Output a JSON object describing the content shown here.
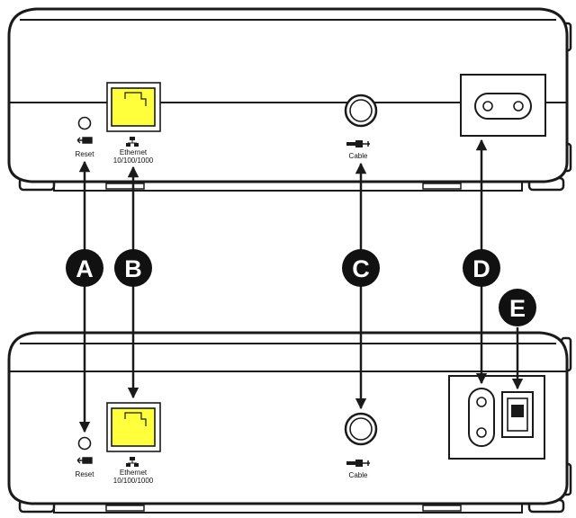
{
  "top_unit": {
    "reset_label": "Reset",
    "ethernet_label_line1": "Ethernet",
    "ethernet_label_line2": "10/100/1000",
    "cable_label": "Cable"
  },
  "bottom_unit": {
    "reset_label": "Reset",
    "ethernet_label_line1": "Ethernet",
    "ethernet_label_line2": "10/100/1000",
    "cable_label": "Cable"
  },
  "callouts": {
    "a": "A",
    "b": "B",
    "c": "C",
    "d": "D",
    "e": "E"
  },
  "colors": {
    "ethernet_port": "#ffff3c",
    "outline": "#1a1a1a",
    "callout_fill": "#111111"
  }
}
